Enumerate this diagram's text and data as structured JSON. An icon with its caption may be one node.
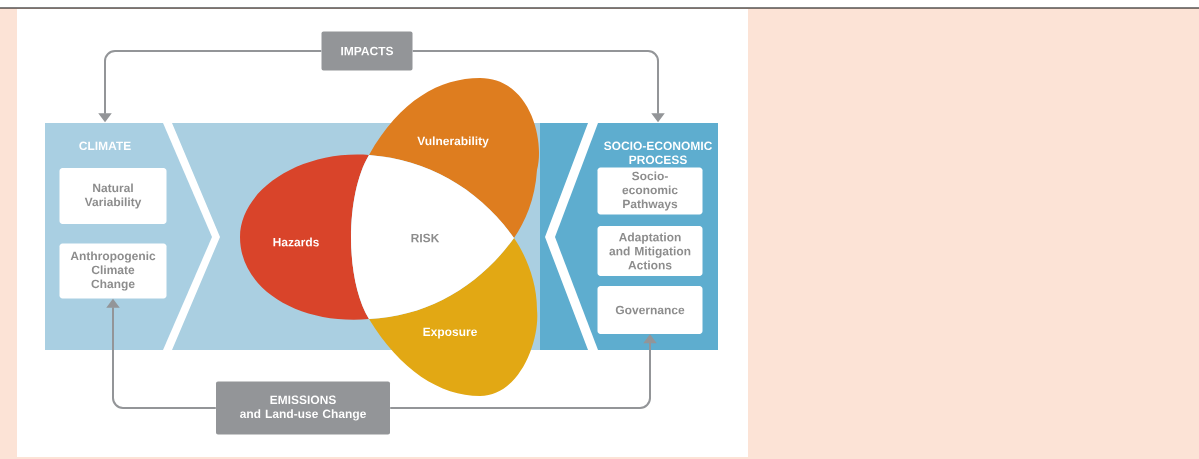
{
  "diagram": {
    "nodes": [
      {
        "text": [
          "CLIMATE"
        ]
      },
      {
        "text": [
          "Natural Variability"
        ],
        "in": 0
      },
      {
        "text": [
          "Anthropogenic Climate Change"
        ],
        "in": 0
      },
      {
        "text": [
          "Hazards"
        ]
      },
      {
        "text": [
          "Vulnerability"
        ]
      },
      {
        "text": [
          "Exposure"
        ]
      },
      {
        "text": [
          "RISK"
        ]
      },
      {
        "text": [
          "SOCIO-ECONOMIC PROCESS"
        ]
      },
      {
        "text": [
          "Socio-economic Pathways"
        ],
        "in": 7
      },
      {
        "text": [
          "Adaptation and Mitigation Actions"
        ],
        "in": 7
      },
      {
        "text": [
          "Governance"
        ],
        "in": 7
      },
      {
        "text": [
          "IMPACTS"
        ]
      },
      {
        "text": [
          "EMISSIONS",
          "and Land-use Change"
        ]
      }
    ],
    "edges": [
      {
        "from": 11,
        "to": 0,
        "arrow": "to"
      },
      {
        "from": 11,
        "to": 7,
        "arrow": "to"
      },
      {
        "from": 12,
        "to": 2,
        "arrow": "to"
      },
      {
        "from": 12,
        "to": 10,
        "arrow": "to"
      }
    ]
  }
}
